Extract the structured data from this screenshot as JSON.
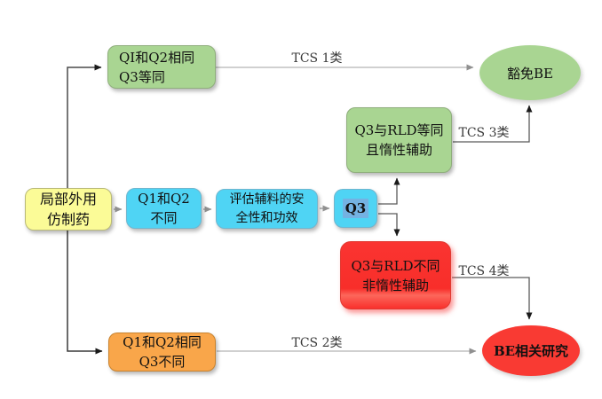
{
  "diagram": {
    "title_hint": "TCS classification flowchart for topical generic drugs",
    "nodes": {
      "topical_generic": {
        "label": "局部外用\n仿制药",
        "color": "#fbfb97"
      },
      "q1q2_same_q3_equal": {
        "label": "QI和Q2相同\nQ3等同",
        "color": "#a9d592"
      },
      "q1q2_diff": {
        "label": "Q1和Q2\n不同",
        "color": "#4fd4f4"
      },
      "evaluate_excipients": {
        "label": "评估辅料的安\n全性和功效",
        "color": "#4fd4f4"
      },
      "q3": {
        "label": "Q3",
        "color": "#4fd4f4",
        "highlight": "#74b2e2"
      },
      "q3_rld_equal_inert": {
        "label": "Q3与RLD等同\n且惰性辅助",
        "color": "#a9d592"
      },
      "q3_rld_diff_noninert": {
        "label": "Q3与RLD不同\n非惰性辅助",
        "color": "#f93430"
      },
      "q1q2_same_q3_diff": {
        "label": "Q1和Q2相同\nQ3不同",
        "color": "#f9a64a"
      },
      "waive_be": {
        "label": "豁免BE",
        "color": "#a9d592"
      },
      "be_related_study": {
        "label": "BE相关研究",
        "color": "#f93a33"
      }
    },
    "edge_labels": {
      "tcs1": "TCS 1类",
      "tcs2": "TCS 2类",
      "tcs3": "TCS 3类",
      "tcs4": "TCS 4类"
    },
    "colors": {
      "line_gray": "#b5b5b5",
      "line_dark": "#4a4a4a",
      "arrow_black": "#1a1a1a",
      "arrow_gray": "#909090",
      "background": "#ffffff"
    }
  }
}
